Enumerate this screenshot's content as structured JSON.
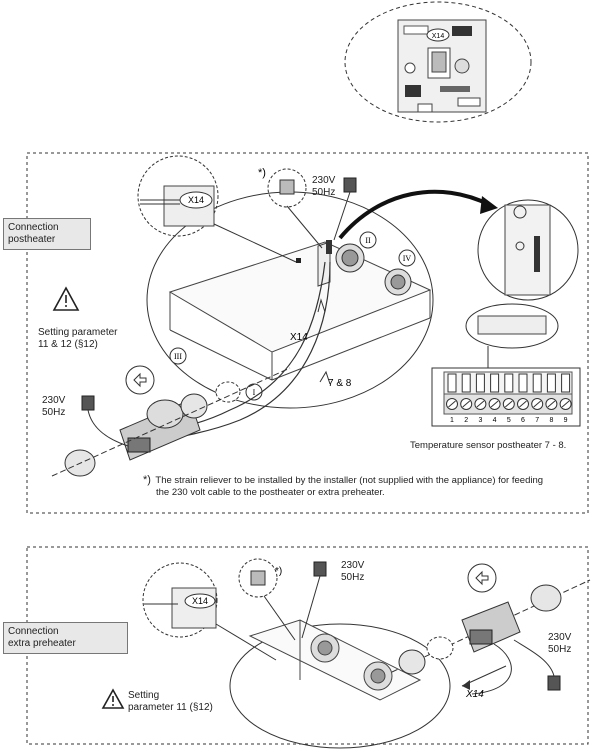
{
  "board": {
    "connector": "X14"
  },
  "section1": {
    "label_line1": "Connection",
    "label_line2": "postheater",
    "setting_line1": "Setting parameter",
    "setting_line2": "11 & 12 (§12)",
    "voltage_top": "230V",
    "freq_top": "50Hz",
    "voltage_left": "230V",
    "freq_left": "50Hz",
    "connector": "X14",
    "cable_label": "X14",
    "terminals_label": "7 & 8",
    "asterisk": "*)",
    "port_labels": [
      "I",
      "II",
      "III",
      "IV"
    ],
    "terminal_numbers": [
      "1",
      "2",
      "3",
      "4",
      "5",
      "6",
      "7",
      "8",
      "9"
    ],
    "temp_sensor_caption": "Temperature sensor postheater 7 - 8.",
    "footnote_marker": "*)",
    "footnote_line1": "The strain reliever to be installed by the installer (not supplied with the appliance) for feeding",
    "footnote_line2": "the 230 volt cable to the postheater or extra preheater."
  },
  "section2": {
    "label_line1": "Connection",
    "label_line2": "extra preheater",
    "setting_line1": "Setting",
    "setting_line2": "parameter 11 (§12)",
    "voltage_top": "230V",
    "freq_top": "50Hz",
    "voltage_right": "230V",
    "freq_right": "50Hz",
    "connector": "X14",
    "cable_label": "X14",
    "asterisk": "*)"
  }
}
